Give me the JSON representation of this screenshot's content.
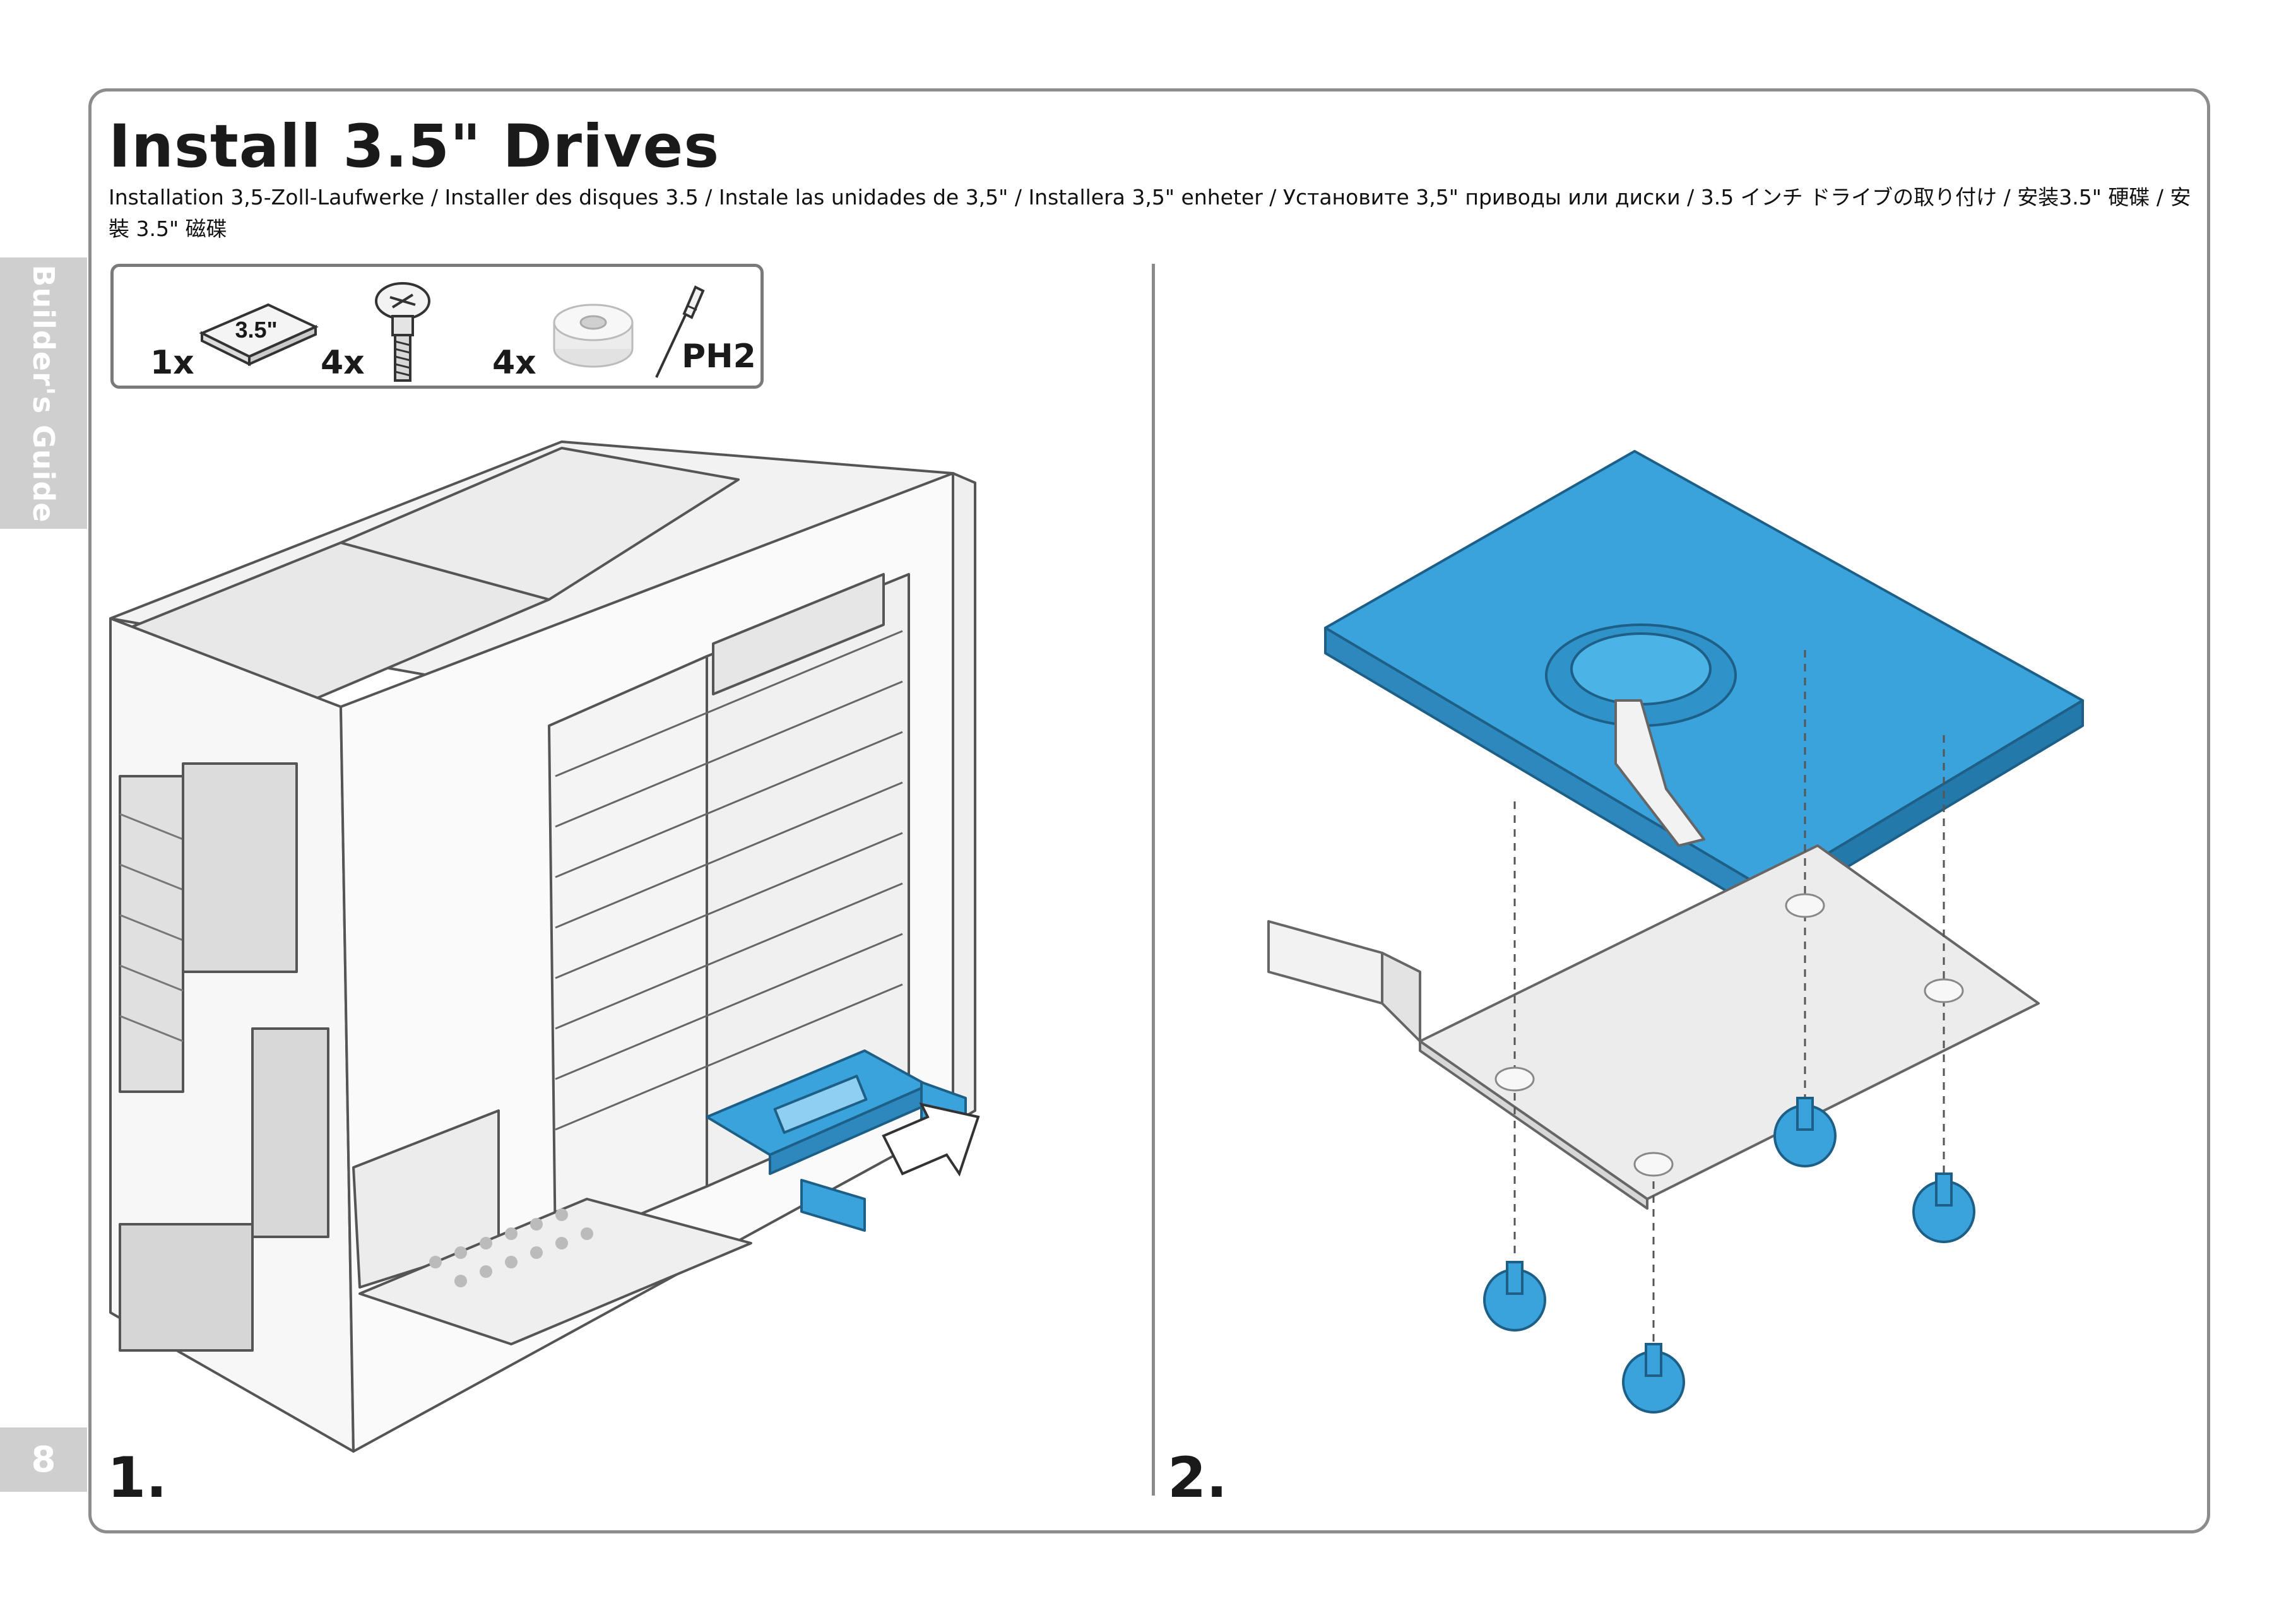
{
  "sidebar": {
    "section_label": "Builder's Guide",
    "page_number": "8"
  },
  "header": {
    "title": "Install 3.5\" Drives",
    "subtitle": "Installation 3,5-Zoll-Laufwerke / Installer des disques 3.5 / Instale las unidades de 3,5\" / Installera 3,5\" enheter / Установите 3,5\" приводы или диски / 3.5 インチ ドライブの取り付け / 安装3.5\" 硬碟 / 安裝 3.5\" 磁碟"
  },
  "parts_box": {
    "items": [
      {
        "quantity": "1x",
        "icon": "hard-drive-icon",
        "icon_text": "3.5\""
      },
      {
        "quantity": "4x",
        "icon": "screw-icon"
      },
      {
        "quantity": "4x",
        "icon": "grommet-icon"
      }
    ],
    "tool": {
      "icon": "screwdriver-icon",
      "label": "PH2"
    }
  },
  "steps": [
    {
      "number": "1.",
      "illustration": "case-drive-tray-removal"
    },
    {
      "number": "2.",
      "illustration": "drive-mounting-to-tray"
    }
  ],
  "colors": {
    "accent_blue": "#3aa3db",
    "frame_gray": "#8c8c8c",
    "tab_gray": "#cfcfcf"
  }
}
